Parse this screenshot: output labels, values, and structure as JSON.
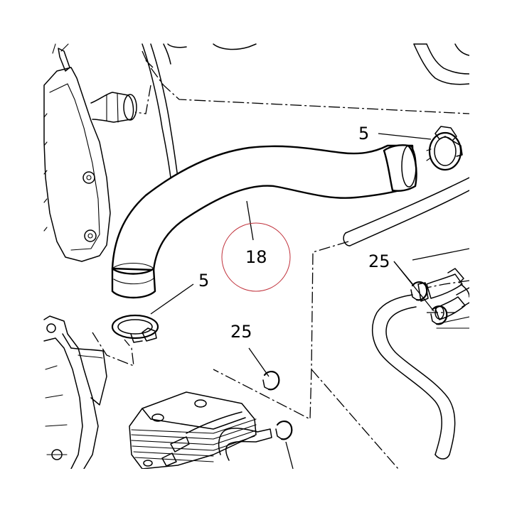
{
  "callouts": {
    "clamp_top_right": "5",
    "clamp_left": "5",
    "hose_main": "18",
    "clip_right": "25",
    "clip_center": "25"
  },
  "colors": {
    "line": "#000000",
    "background": "#ffffff",
    "highlight_circle": "#c0303a"
  }
}
